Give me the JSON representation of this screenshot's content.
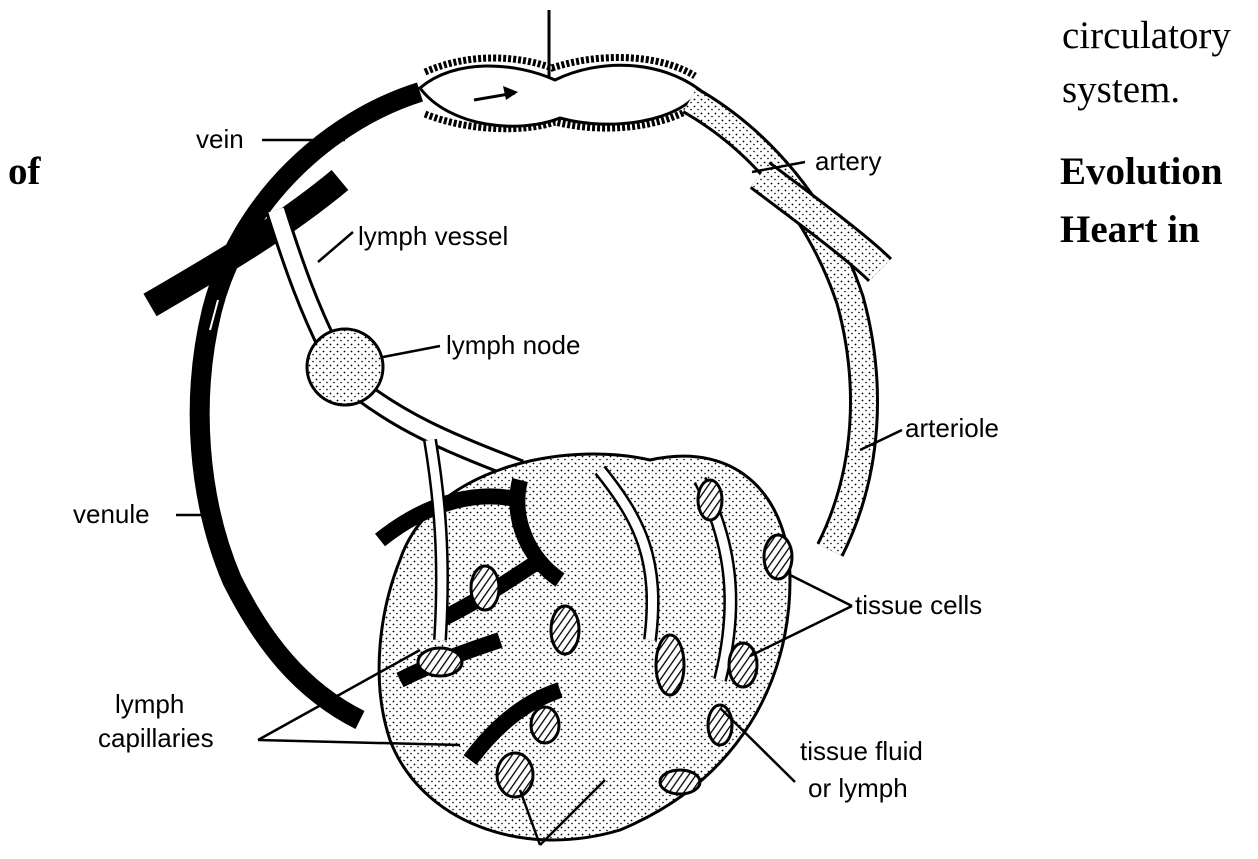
{
  "page": {
    "text_right_1": "circulatory",
    "text_right_2": "system.",
    "text_left_of": "of",
    "text_right_evolution": "Evolution",
    "text_right_heart": "Heart in"
  },
  "diagram": {
    "labels": {
      "vein": "vein",
      "artery": "artery",
      "lymph_vessel": "lymph  vessel",
      "lymph_node": "lymph  node",
      "arteriole": "arteriole",
      "venule": "venule",
      "tissue_cells": "tissue  cells",
      "lymph_capillaries_1": "lymph",
      "lymph_capillaries_2": "capillaries",
      "tissue_fluid_1": "tissue  fluid",
      "tissue_fluid_2": "or  lymph"
    }
  }
}
